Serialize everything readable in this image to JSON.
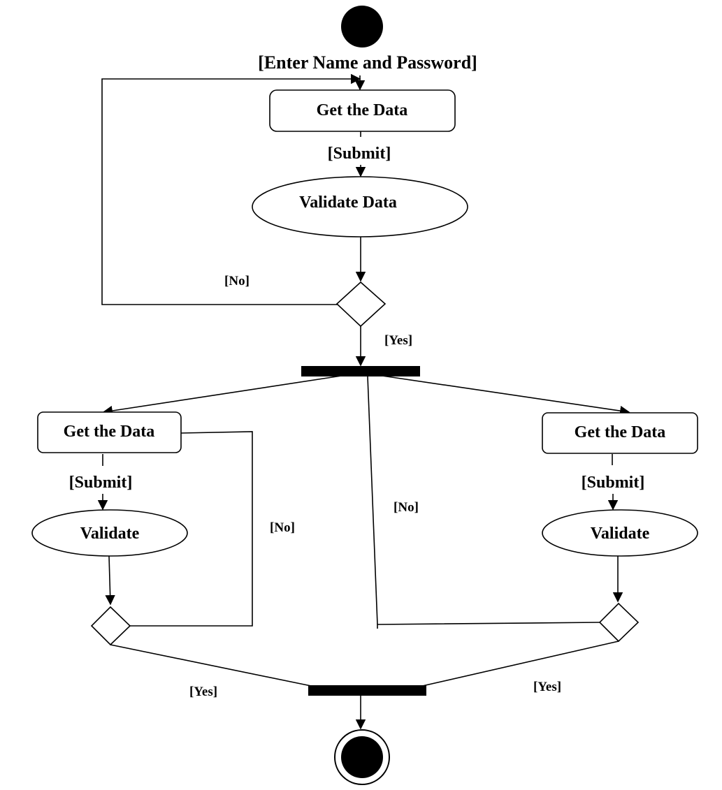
{
  "nodes": {
    "top_entry_label": "[Enter Name and Password]",
    "top_action": "Get the Data",
    "top_submit": "[Submit]",
    "top_validate": "Validate Data",
    "left_action": "Get the Data",
    "left_submit": "[Submit]",
    "left_validate": "Validate",
    "right_action": "Get the Data",
    "right_submit": "[Submit]",
    "right_validate": "Validate"
  },
  "guards": {
    "top_no": "[No]",
    "top_yes": "[Yes]",
    "left_no": "[No]",
    "center_no": "[No]",
    "left_yes": "[Yes]",
    "right_yes": "[Yes]"
  }
}
